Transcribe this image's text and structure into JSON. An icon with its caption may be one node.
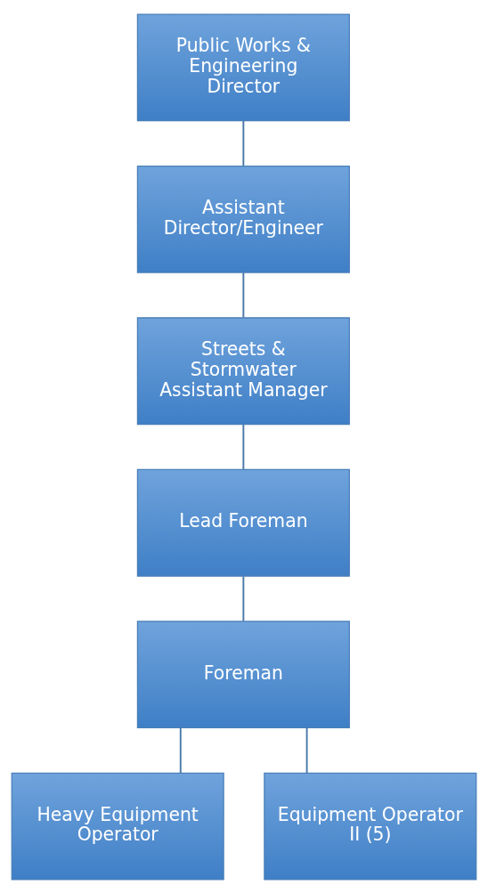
{
  "diagram": {
    "nodes": [
      {
        "text": [
          "Public Works & Engineering Director"
        ]
      },
      {
        "text": [
          "Assistant Director/Engineer"
        ]
      },
      {
        "text": [
          "Streets & Stormwater Assistant Manager"
        ]
      },
      {
        "text": [
          "Lead Foreman"
        ]
      },
      {
        "text": [
          "Foreman"
        ]
      },
      {
        "text": [
          "Heavy Equipment Operator"
        ]
      },
      {
        "text": [
          "Equipment Operator II (5)"
        ]
      }
    ],
    "edges": [
      {
        "from": 0,
        "to": 1,
        "arrow": "none"
      },
      {
        "from": 1,
        "to": 2,
        "arrow": "none"
      },
      {
        "from": 2,
        "to": 3,
        "arrow": "none"
      },
      {
        "from": 3,
        "to": 4,
        "arrow": "none"
      },
      {
        "from": 4,
        "to": 5,
        "arrow": "none"
      },
      {
        "from": 4,
        "to": 6,
        "arrow": "none"
      }
    ]
  }
}
